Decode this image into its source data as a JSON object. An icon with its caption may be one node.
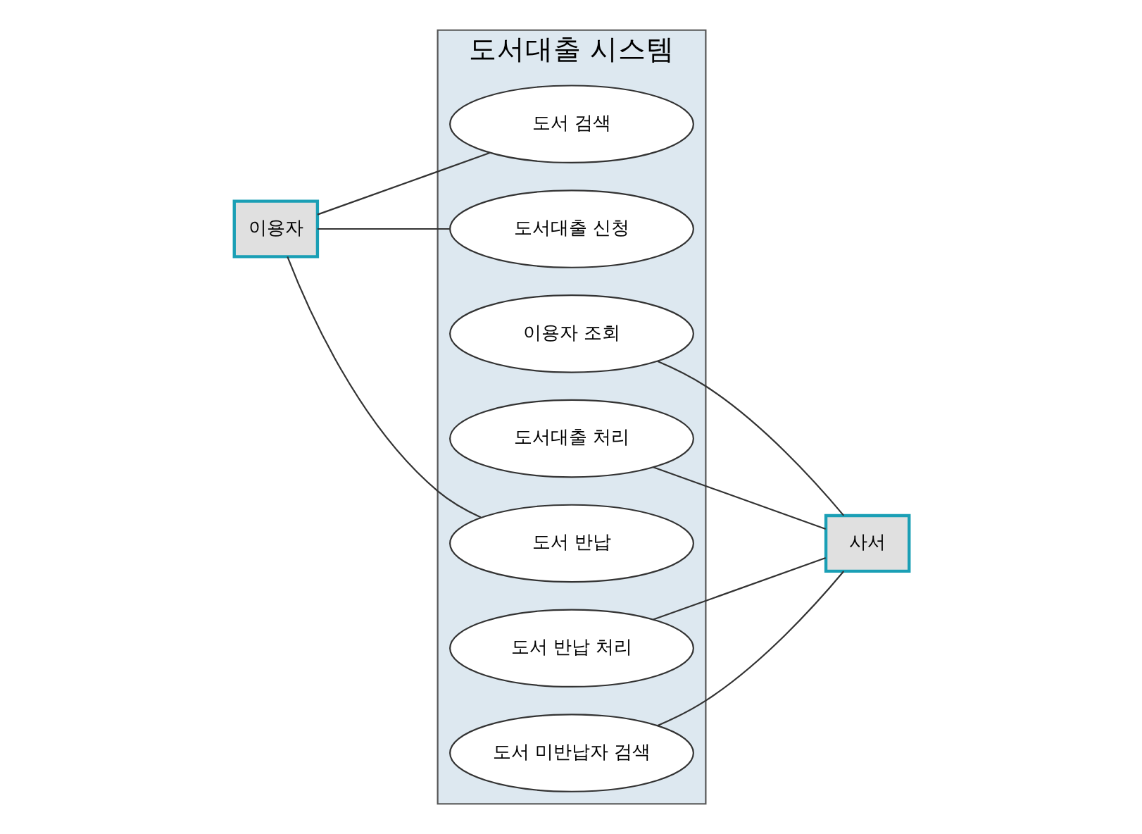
{
  "diagram": {
    "nodes": [
      {
        "text": [
          "도서대출 시스템"
        ]
      },
      {
        "text": [
          "도서 검색"
        ],
        "in": 0
      },
      {
        "text": [
          "도서대출 신청"
        ],
        "in": 0
      },
      {
        "text": [
          "이용자 조회"
        ],
        "in": 0
      },
      {
        "text": [
          "도서대출 처리"
        ],
        "in": 0
      },
      {
        "text": [
          "도서 반납"
        ],
        "in": 0
      },
      {
        "text": [
          "도서 반납 처리"
        ],
        "in": 0
      },
      {
        "text": [
          "도서 미반납자 검색"
        ],
        "in": 0
      },
      {
        "text": [
          "이용자"
        ]
      },
      {
        "text": [
          "사서"
        ]
      }
    ],
    "edges": [
      {
        "from": 8,
        "to": 1,
        "arrow": "none"
      },
      {
        "from": 8,
        "to": 2,
        "arrow": "none"
      },
      {
        "from": 8,
        "to": 5,
        "arrow": "none"
      },
      {
        "from": 3,
        "to": 9,
        "arrow": "none"
      },
      {
        "from": 4,
        "to": 9,
        "arrow": "none"
      },
      {
        "from": 6,
        "to": 9,
        "arrow": "none"
      },
      {
        "from": 7,
        "to": 9,
        "arrow": "none"
      }
    ]
  }
}
